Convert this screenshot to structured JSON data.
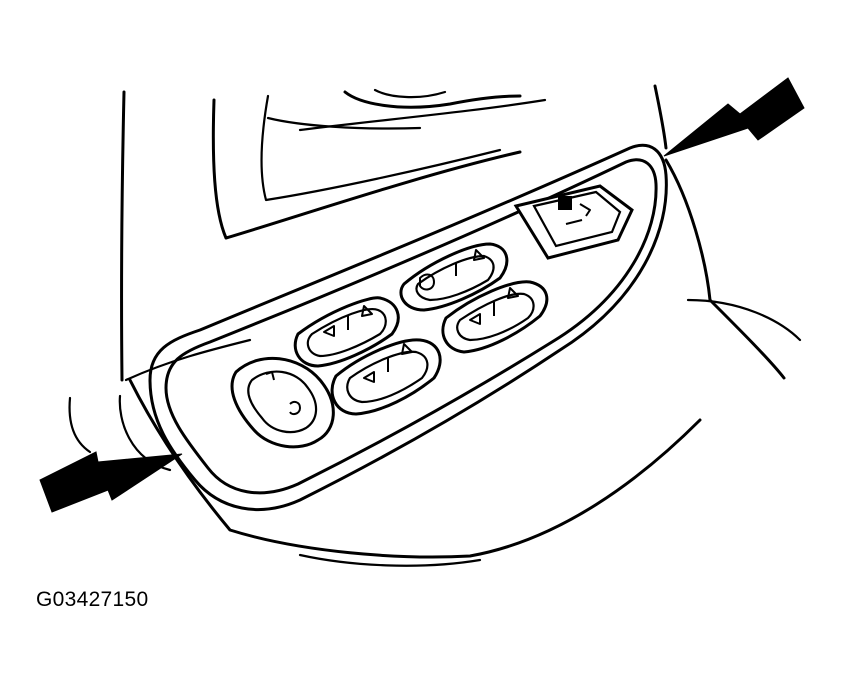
{
  "figure": {
    "id_label": "G03427150"
  },
  "icons": {
    "arrow_upper": "pointer-arrow",
    "arrow_lower": "pointer-arrow",
    "window_switch": "triangle-arrow-up",
    "lock_switch": "lock-unlock-rocker",
    "mirror_switch": "mirror-control-knob"
  }
}
